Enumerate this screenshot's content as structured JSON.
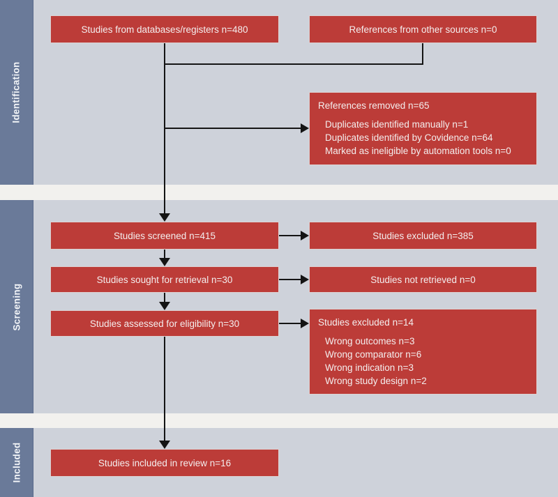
{
  "sidebar": {
    "identification": "Identification",
    "screening": "Screening",
    "included": "Included"
  },
  "boxes": {
    "databases": {
      "label": "Studies from databases/registers n=480"
    },
    "other_sources": {
      "label": "References from other sources n=0"
    },
    "references_removed": {
      "title": "References removed n=65",
      "items": [
        "Duplicates identified manually n=1",
        "Duplicates identified by Covidence n=64",
        "Marked as ineligible by automation tools n=0"
      ]
    },
    "screened": {
      "label": "Studies screened n=415"
    },
    "excluded_screening": {
      "label": "Studies excluded n=385"
    },
    "sought": {
      "label": "Studies sought for retrieval n=30"
    },
    "not_retrieved": {
      "label": "Studies not retrieved n=0"
    },
    "assessed": {
      "label": "Studies assessed for eligibility n=30"
    },
    "excluded_eligibility": {
      "title": "Studies excluded n=14",
      "items": [
        "Wrong outcomes n=3",
        "Wrong comparator n=6",
        "Wrong indication n=3",
        "Wrong study design n=2"
      ]
    },
    "included_review": {
      "label": "Studies included in review n=16"
    }
  },
  "colors": {
    "box_fill": "#bc3c38",
    "box_text": "#f4eeee",
    "sidebar_fill": "#6a7a99",
    "section_bg": "#ced2da",
    "gap_bg": "#f2f1ee",
    "line_color": "#141414"
  }
}
